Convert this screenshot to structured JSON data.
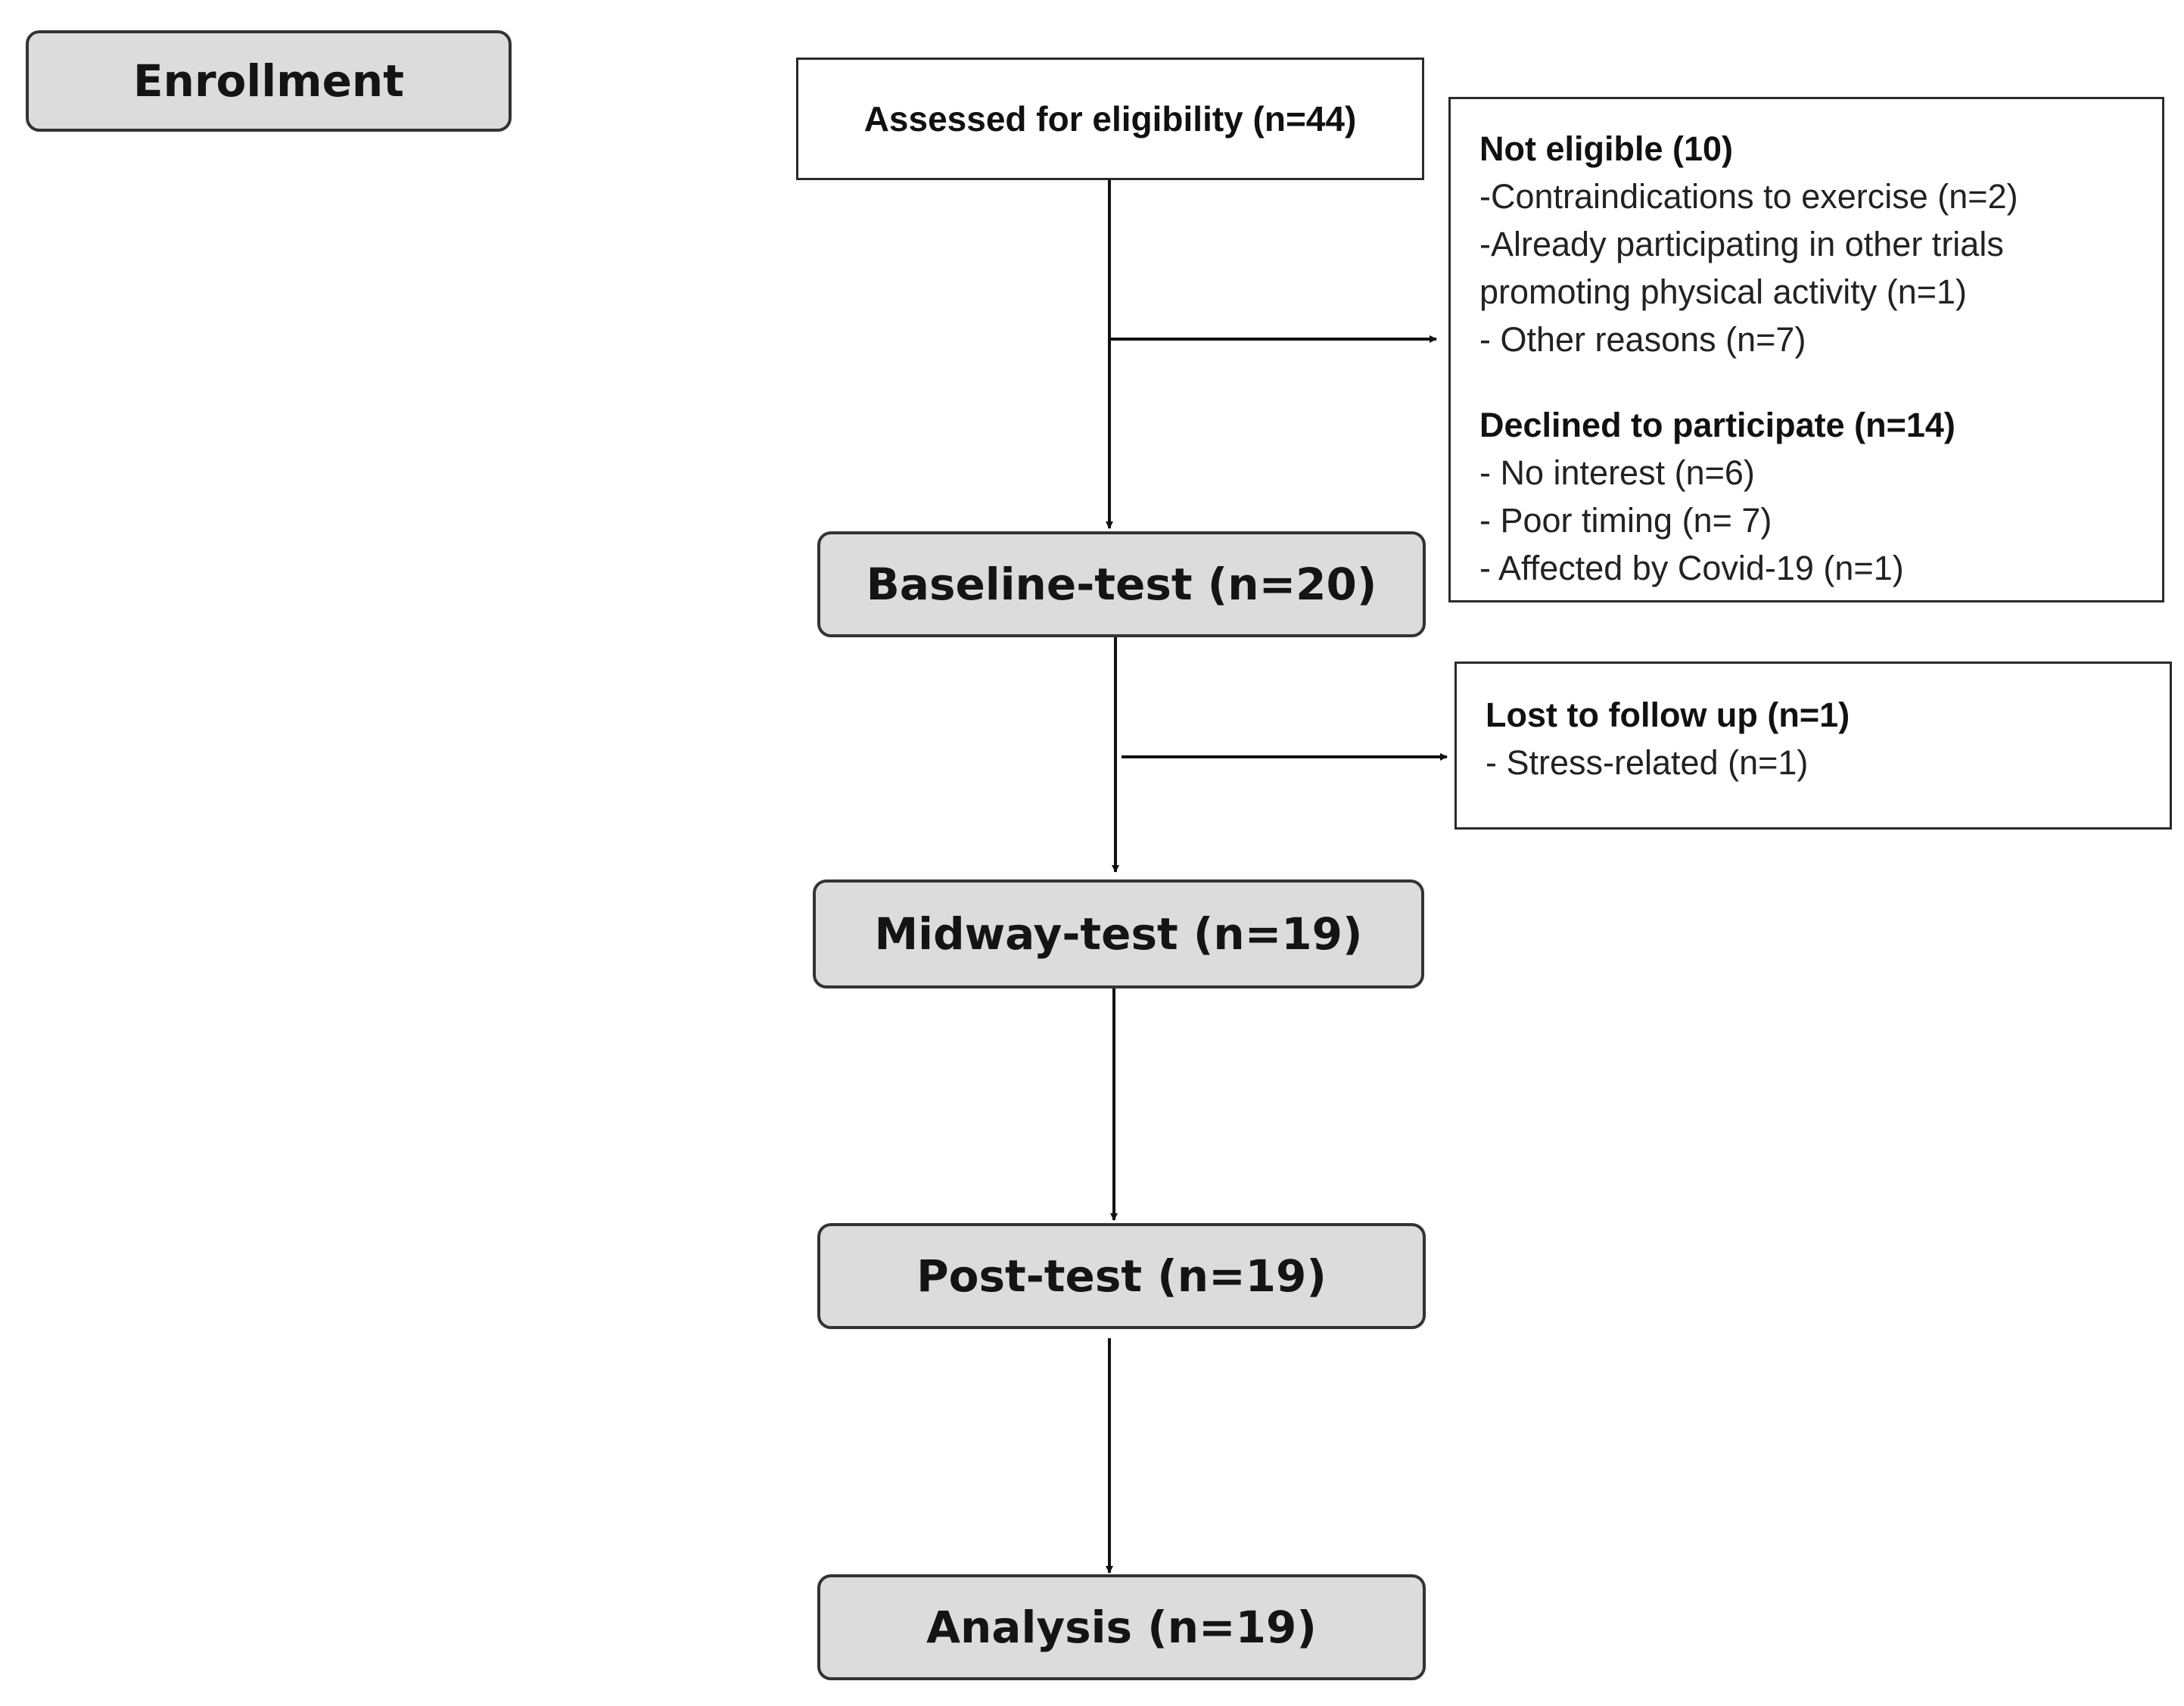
{
  "phase_label": "Enrollment",
  "flow": {
    "assessed": "Assessed for eligibility (n=44)",
    "baseline": "Baseline-test (n=20)",
    "midway": "Midway-test (n=19)",
    "post": "Post-test (n=19)",
    "analysis": "Analysis (n=19)"
  },
  "exclusions": {
    "not_eligible": {
      "heading": "Not eligible (10)",
      "items": [
        "-Contraindications to exercise (n=2)",
        "-Already participating in other trials",
        "promoting physical activity (n=1)",
        "- Other reasons (n=7)"
      ]
    },
    "declined": {
      "heading": "Declined to participate (n=14)",
      "items": [
        "- No interest (n=6)",
        "- Poor timing (n= 7)",
        "- Affected by Covid-19 (n=1)"
      ]
    }
  },
  "lost_to_follow_up": {
    "heading": "Lost to follow up (n=1)",
    "items": [
      "- Stress-related (n=1)"
    ]
  }
}
